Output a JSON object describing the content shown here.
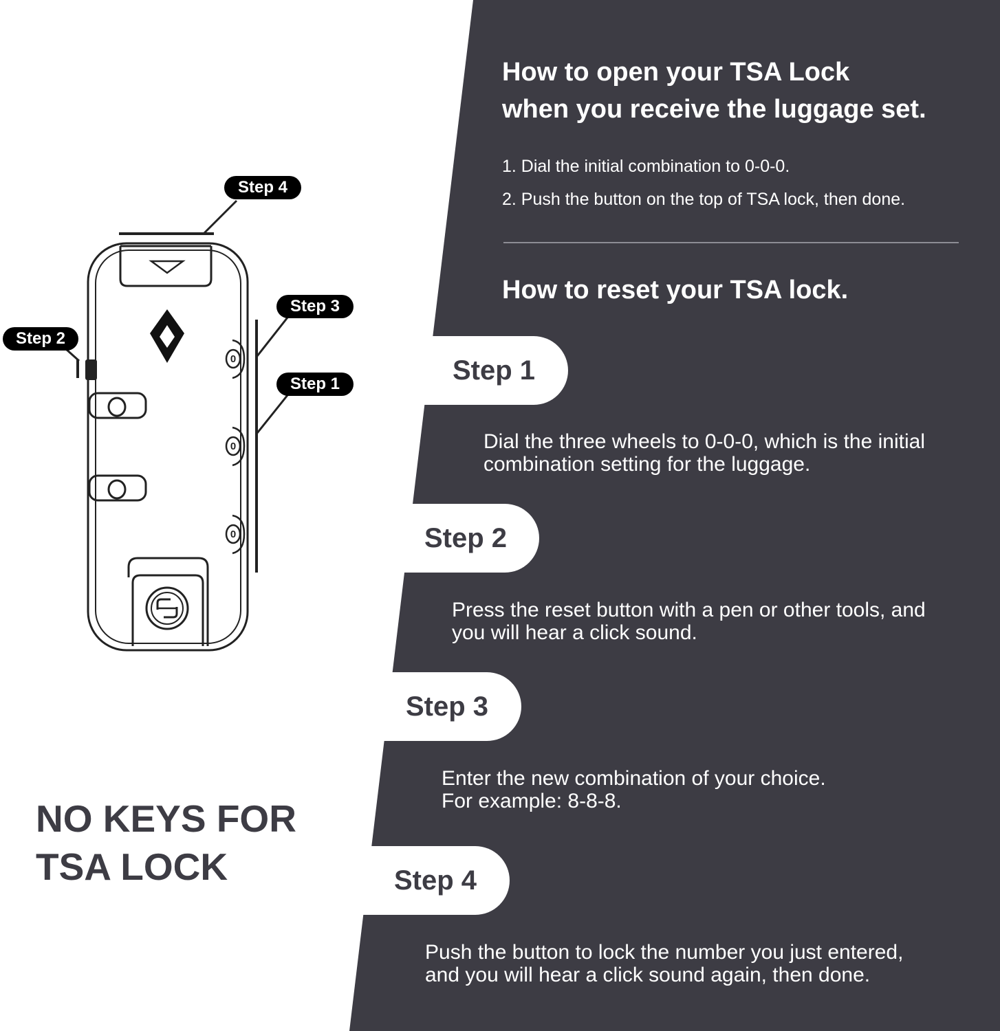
{
  "colors": {
    "panel": "#3d3c44",
    "text_on_panel": "#ffffff",
    "divider": "#8d8d95"
  },
  "open_section": {
    "title_line1": "How to open your TSA Lock",
    "title_line2": "when you receive the luggage set.",
    "items": [
      "1. Dial the initial combination to 0-0-0.",
      "2. Push the button on the top of TSA lock, then done."
    ]
  },
  "reset_section": {
    "title": "How to reset your TSA lock.",
    "steps": [
      {
        "label": "Step 1",
        "text_line1": "Dial the three wheels to 0-0-0, which is the initial",
        "text_line2": "combination setting for the luggage."
      },
      {
        "label": "Step 2",
        "text_line1": "Press the reset button with a pen or other tools, and",
        "text_line2": "you will hear a click sound."
      },
      {
        "label": "Step 3",
        "text_line1": "Enter the new combination of your choice.",
        "text_line2": "For example: 8-8-8."
      },
      {
        "label": "Step 4",
        "text_line1": "Push the button to lock the number you just entered,",
        "text_line2": "and you will hear a click sound again, then done."
      }
    ]
  },
  "no_keys": {
    "line1": "NO KEYS FOR",
    "line2": "TSA LOCK"
  },
  "diagram": {
    "callouts": [
      "Step 4",
      "Step 3",
      "Step 2",
      "Step 1"
    ],
    "wheel_digits": [
      "0",
      "0",
      "0"
    ],
    "icons": [
      "tsa-diamond-icon",
      "reset-button-icon",
      "push-button-arrow-icon"
    ]
  }
}
